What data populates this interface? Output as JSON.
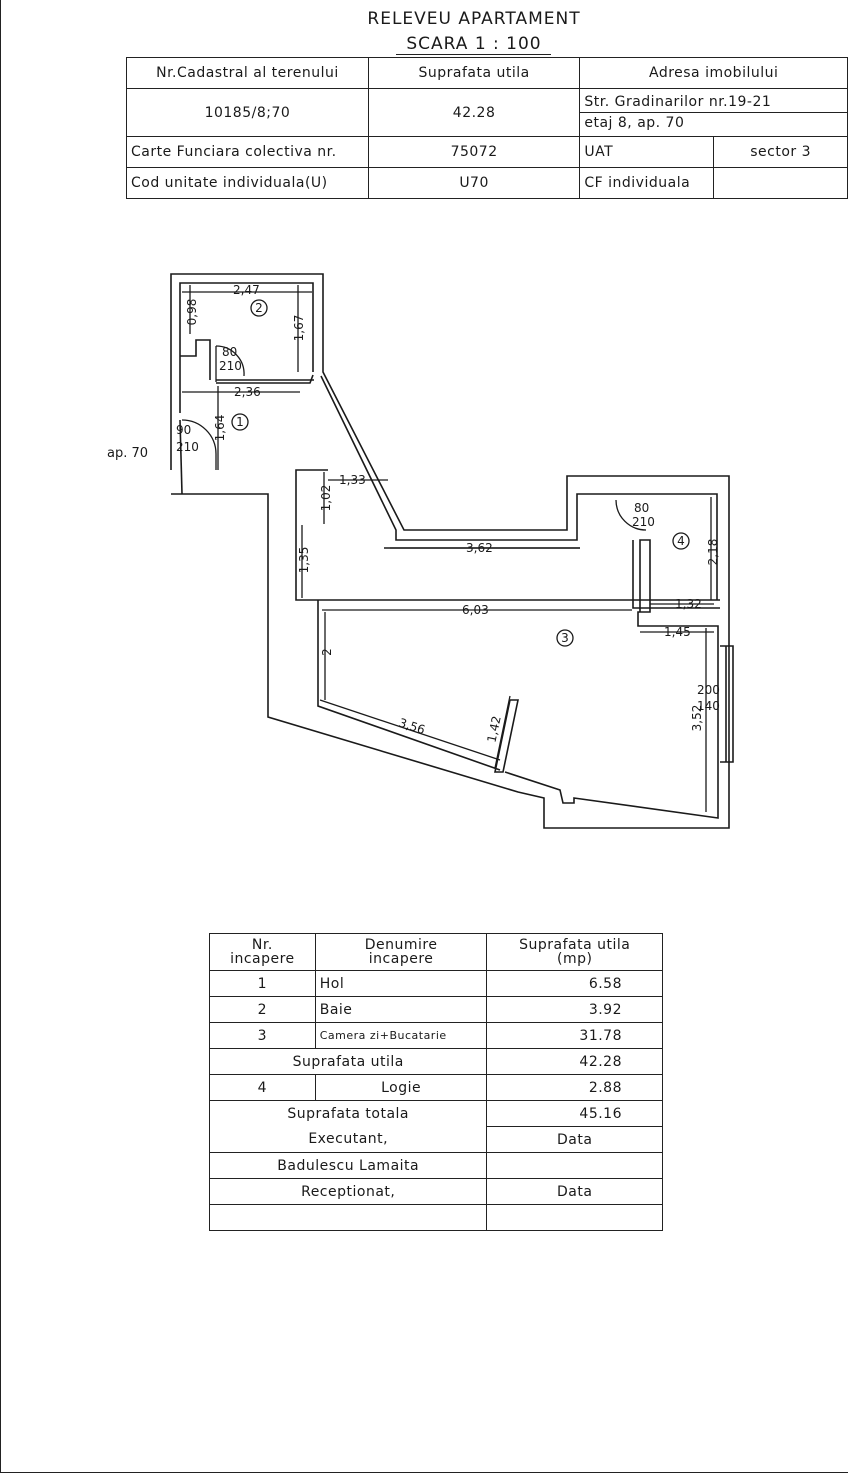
{
  "title": "RELEVEU APARTAMENT",
  "scale": "SCARA 1 : 100",
  "header": {
    "col1_label": "Nr.Cadastral al terenului",
    "col2_label": "Suprafata utila",
    "col3_label": "Adresa imobilului",
    "cadastral_no": "10185/8;70",
    "usable_area": "42.28",
    "address_line1": "Str. Gradinarilor nr.19-21",
    "address_line2": "etaj 8, ap. 70",
    "cf_label": "Carte Funciara colectiva nr.",
    "cf_value": "75072",
    "uat_label": "UAT",
    "uat_value": "sector 3",
    "unit_label": "Cod unitate individuala(U)",
    "unit_value": "U70",
    "cf_individual_label": "CF individuala",
    "cf_individual_value": ""
  },
  "plan": {
    "apartment_label": "ap. 70",
    "room_numbers": [
      "1",
      "2",
      "3",
      "4"
    ],
    "dimensions": {
      "d247": "2,47",
      "d098": "0,98",
      "d167": "1,67",
      "d236": "2,36",
      "d164": "1,64",
      "d133": "1,33",
      "d102": "1,02",
      "d135": "1,35",
      "d362": "3,62",
      "d603": "6,03",
      "d2": "2",
      "d356": "3,56",
      "d142": "1,42",
      "d218": "2,18",
      "d132": "1,32",
      "d145": "1,45",
      "d352": "3,52"
    },
    "doors": {
      "bath_w": "80",
      "bath_h": "210",
      "entry_w": "90",
      "entry_h": "210",
      "loggia_w": "80",
      "loggia_h": "210",
      "window_w": "200",
      "window_h": "140"
    }
  },
  "rooms_table": {
    "col_no": [
      "Nr.",
      "incapere"
    ],
    "col_name": [
      "Denumire",
      "incapere"
    ],
    "col_area": [
      "Suprafata utila",
      "(mp)"
    ],
    "rooms": [
      {
        "no": "1",
        "name": "Hol",
        "area": "6.58"
      },
      {
        "no": "2",
        "name": "Baie",
        "area": "3.92"
      },
      {
        "no": "3",
        "name": "Camera zi+Bucatarie",
        "area": "31.78"
      }
    ],
    "usable_label": "Suprafata utila",
    "usable_value": "42.28",
    "loggia": {
      "no": "4",
      "name": "Logie",
      "area": "2.88"
    },
    "total_label": "Suprafata totala",
    "total_value": "45.16",
    "executant_label": "Executant,",
    "date_label_1": "Data",
    "executant_name": "Badulescu Lamaita",
    "received_label": "Receptionat,",
    "date_label_2": "Data"
  }
}
